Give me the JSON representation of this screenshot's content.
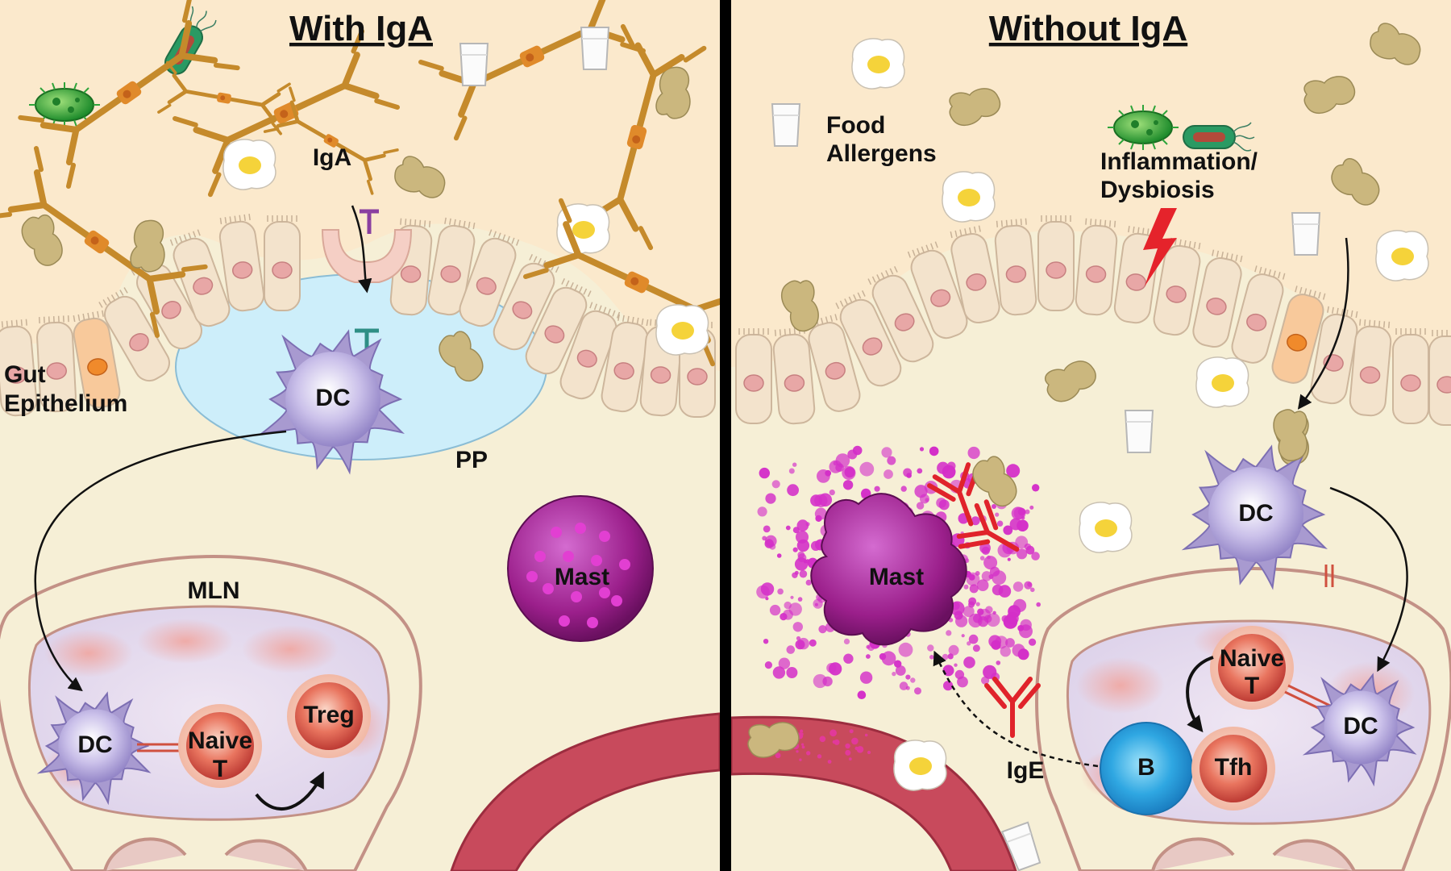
{
  "left_panel": {
    "title": "With IgA",
    "labels": {
      "iga": "IgA",
      "gut_epithelium_line1": "Gut",
      "gut_epithelium_line2": "Epithelium",
      "dc_pp": "DC",
      "pp": "PP",
      "mln": "MLN",
      "mast": "Mast",
      "dc_mln": "DC",
      "naive_t_line1": "Naive",
      "naive_t_line2": "T",
      "treg": "Treg"
    }
  },
  "right_panel": {
    "title": "Without IgA",
    "labels": {
      "food_allergens_line1": "Food",
      "food_allergens_line2": "Allergens",
      "inflammation_line1": "Inflammation/",
      "inflammation_line2": "Dysbiosis",
      "dc_upper": "DC",
      "mast": "Mast",
      "naive_t_line1": "Naive",
      "naive_t_line2": "T",
      "dc_mln": "DC",
      "b_cell": "B",
      "tfh": "Tfh",
      "ige": "IgE"
    }
  },
  "colors": {
    "lumen": "#fbe9cc",
    "tissue": "#f6efd6",
    "epithelial_cell": "#f3e3cc",
    "nucleus": "#e8a7a6",
    "antibody": "#c58a2b",
    "ige": "#e0232b",
    "dc": "#a89ad0",
    "mast": "#a0208f",
    "t_cell": "#d54b45",
    "b_cell": "#3aaee3",
    "pp": "#cdeefa",
    "vessel": "#c84a5c",
    "bacteria": "#2ea43a"
  }
}
